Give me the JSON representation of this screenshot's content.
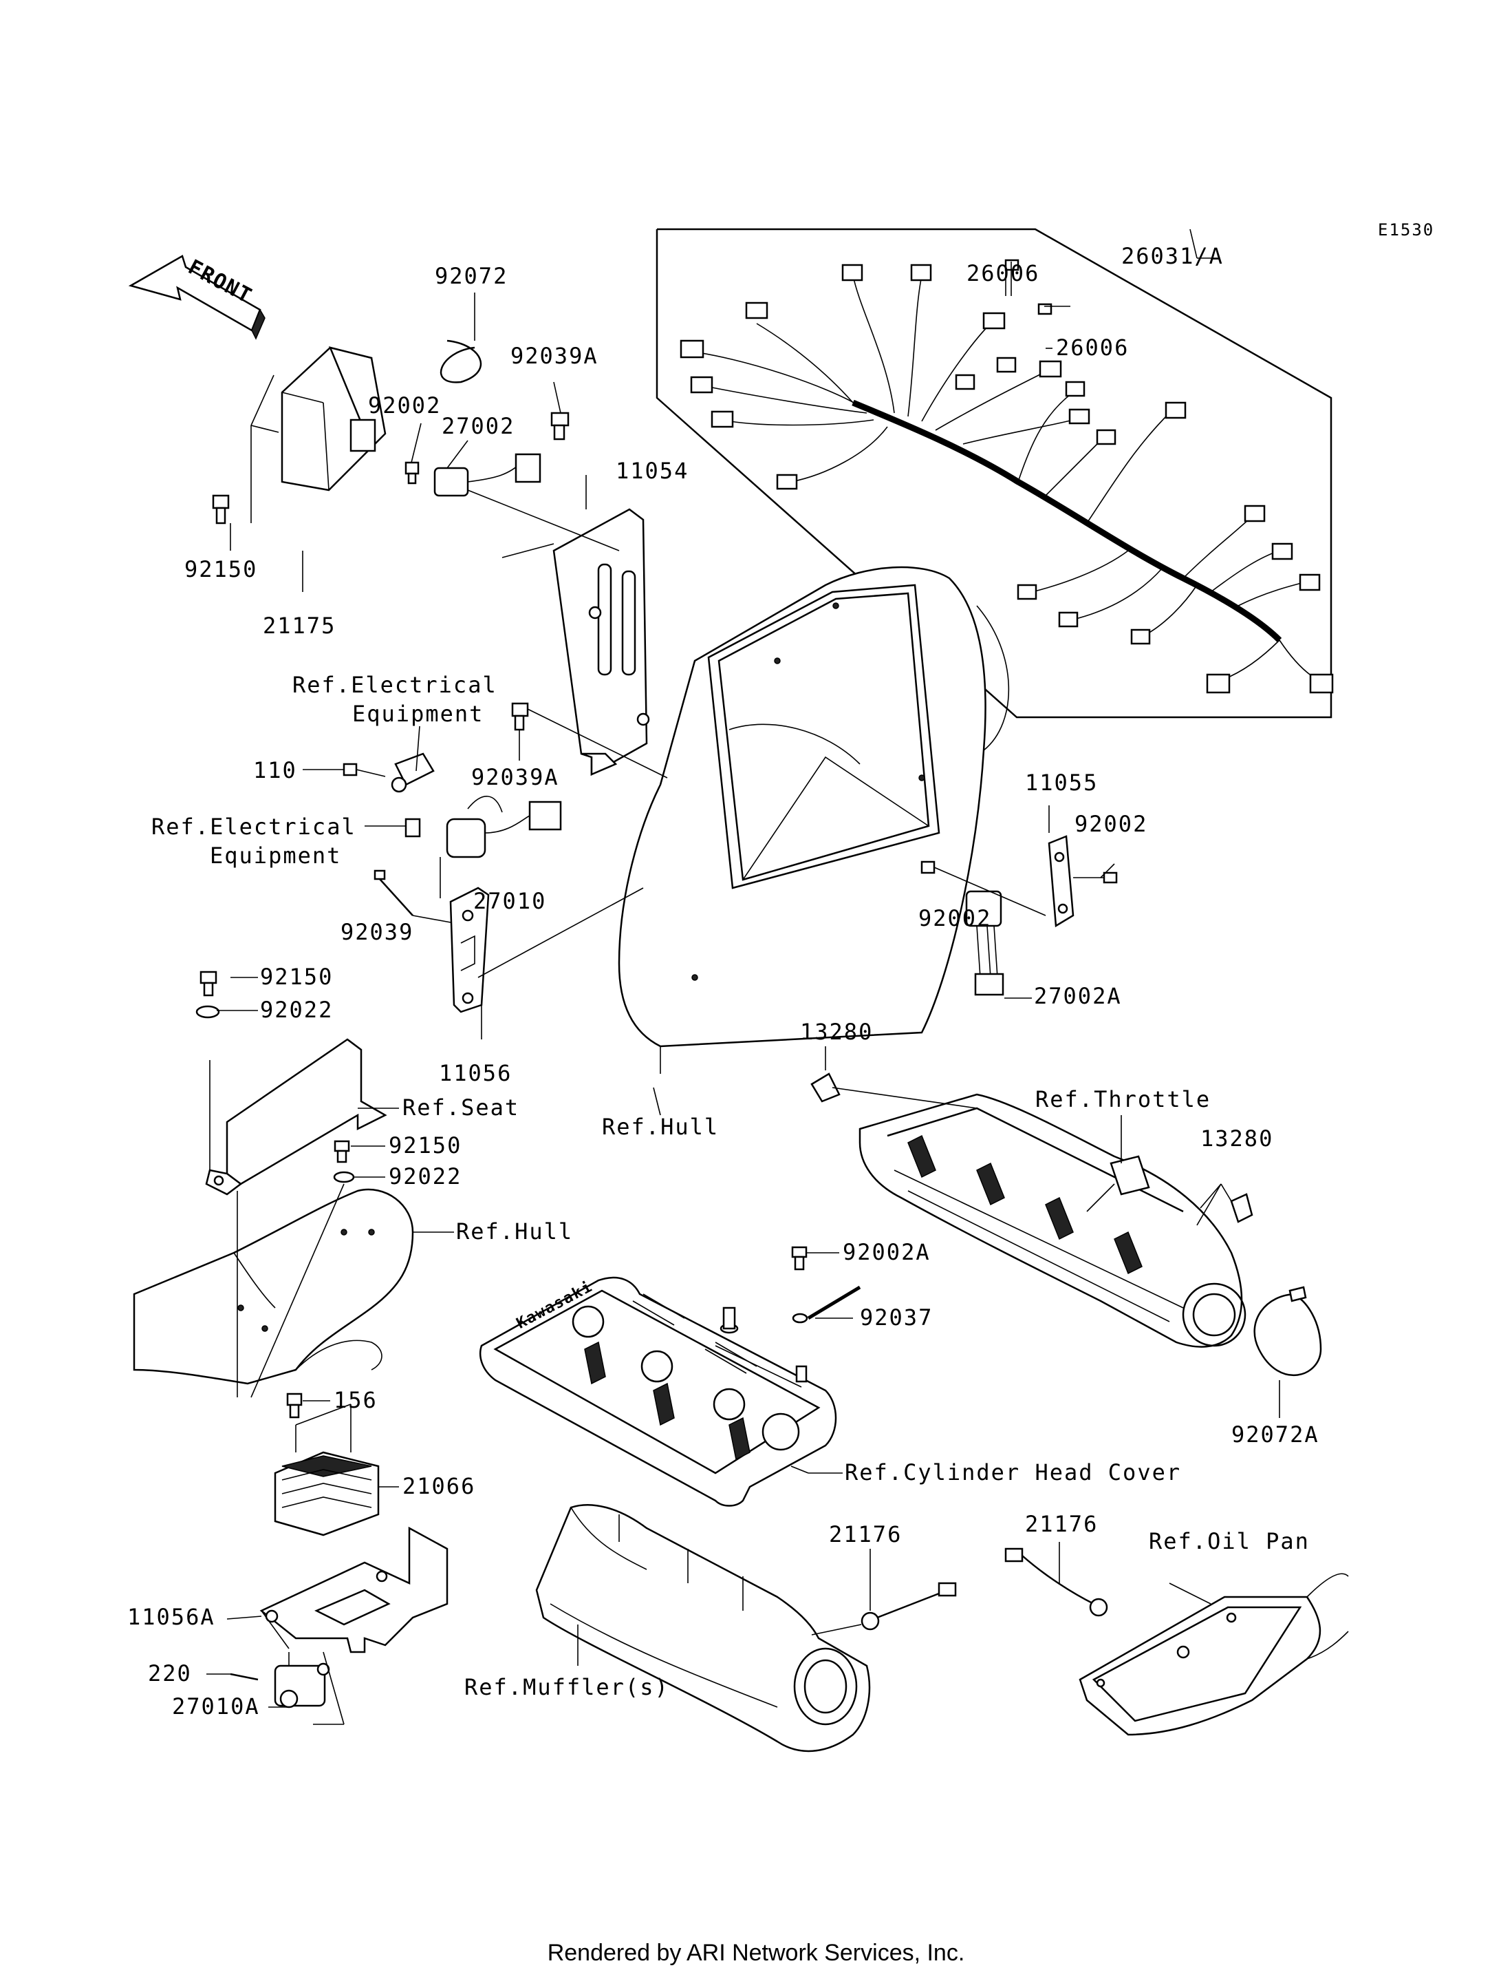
{
  "diagram_code": "E1530",
  "front_label": "FRONT",
  "labels": {
    "p92072": "92072",
    "p92039A_top": "92039A",
    "p92002_top": "92002",
    "p27002": "27002",
    "p92150_top": "92150",
    "p21175": "21175",
    "p11054": "11054",
    "p26006_a": "26006",
    "p26006_b": "26006",
    "p26031A": "26031/A",
    "ref_elec_1_line1": "Ref.Electrical",
    "ref_elec_1_line2": "Equipment",
    "p110": "110",
    "ref_elec_2_line1": "Ref.Electrical",
    "ref_elec_2_line2": "Equipment",
    "p92039A_mid": "92039A",
    "p27010": "27010",
    "p92039": "92039",
    "p11055": "11055",
    "p92002_r1": "92002",
    "p92002_r2": "92002",
    "p27002A": "27002A",
    "p92150_l": "92150",
    "p92022_l": "92022",
    "p11056": "11056",
    "ref_seat": "Ref.Seat",
    "ref_hull_mid": "Ref.Hull",
    "p13280_a": "13280",
    "ref_throttle": "Ref.Throttle",
    "p13280_b": "13280",
    "p92150_m": "92150",
    "p92022_m": "92022",
    "ref_hull_low": "Ref.Hull",
    "p92002A": "92002A",
    "p92037": "92037",
    "p156": "156",
    "p21066": "21066",
    "ref_cyl_head": "Ref.Cylinder Head Cover",
    "p92072A": "92072A",
    "p21176_a": "21176",
    "p21176_b": "21176",
    "ref_oil_pan": "Ref.Oil Pan",
    "p11056A": "11056A",
    "p220": "220",
    "p27010A": "27010A",
    "ref_muffler": "Ref.Muffler(s)",
    "cover_brand": "Kawasaki"
  },
  "footer": "Rendered by ARI Network Services, Inc."
}
